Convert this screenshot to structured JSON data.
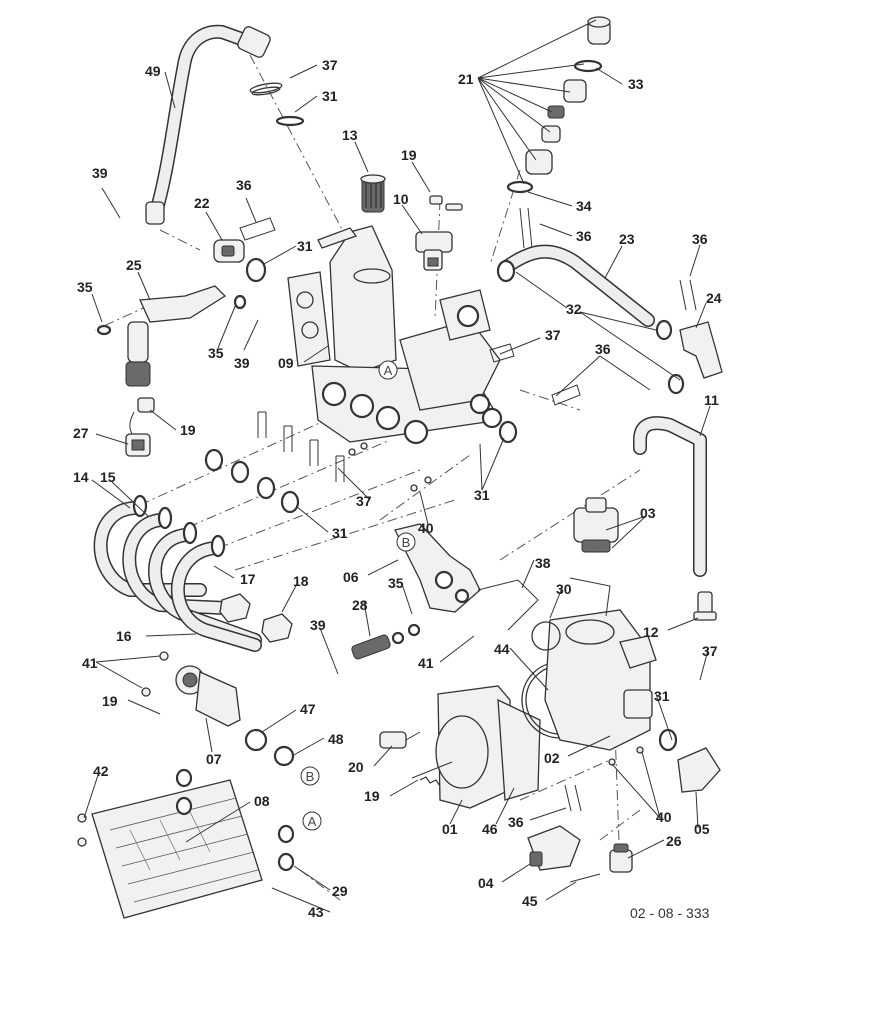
{
  "diagram": {
    "figure_code": "02 - 08 - 333",
    "connector_labels": [
      "A",
      "B"
    ],
    "part_labels": [
      "49",
      "37",
      "31",
      "13",
      "19",
      "21",
      "33",
      "39",
      "36",
      "22",
      "31",
      "10",
      "34",
      "36",
      "23",
      "36",
      "25",
      "35",
      "24",
      "32",
      "35",
      "39",
      "09",
      "37",
      "36",
      "11",
      "19",
      "27",
      "31",
      "14",
      "15",
      "37",
      "03",
      "40",
      "31",
      "06",
      "38",
      "35",
      "30",
      "17",
      "18",
      "28",
      "12",
      "41",
      "16",
      "39",
      "44",
      "37",
      "41",
      "31",
      "19",
      "47",
      "07",
      "48",
      "20",
      "02",
      "40",
      "42",
      "08",
      "19",
      "01",
      "46",
      "36",
      "05",
      "26",
      "04",
      "29",
      "45",
      "43"
    ]
  }
}
